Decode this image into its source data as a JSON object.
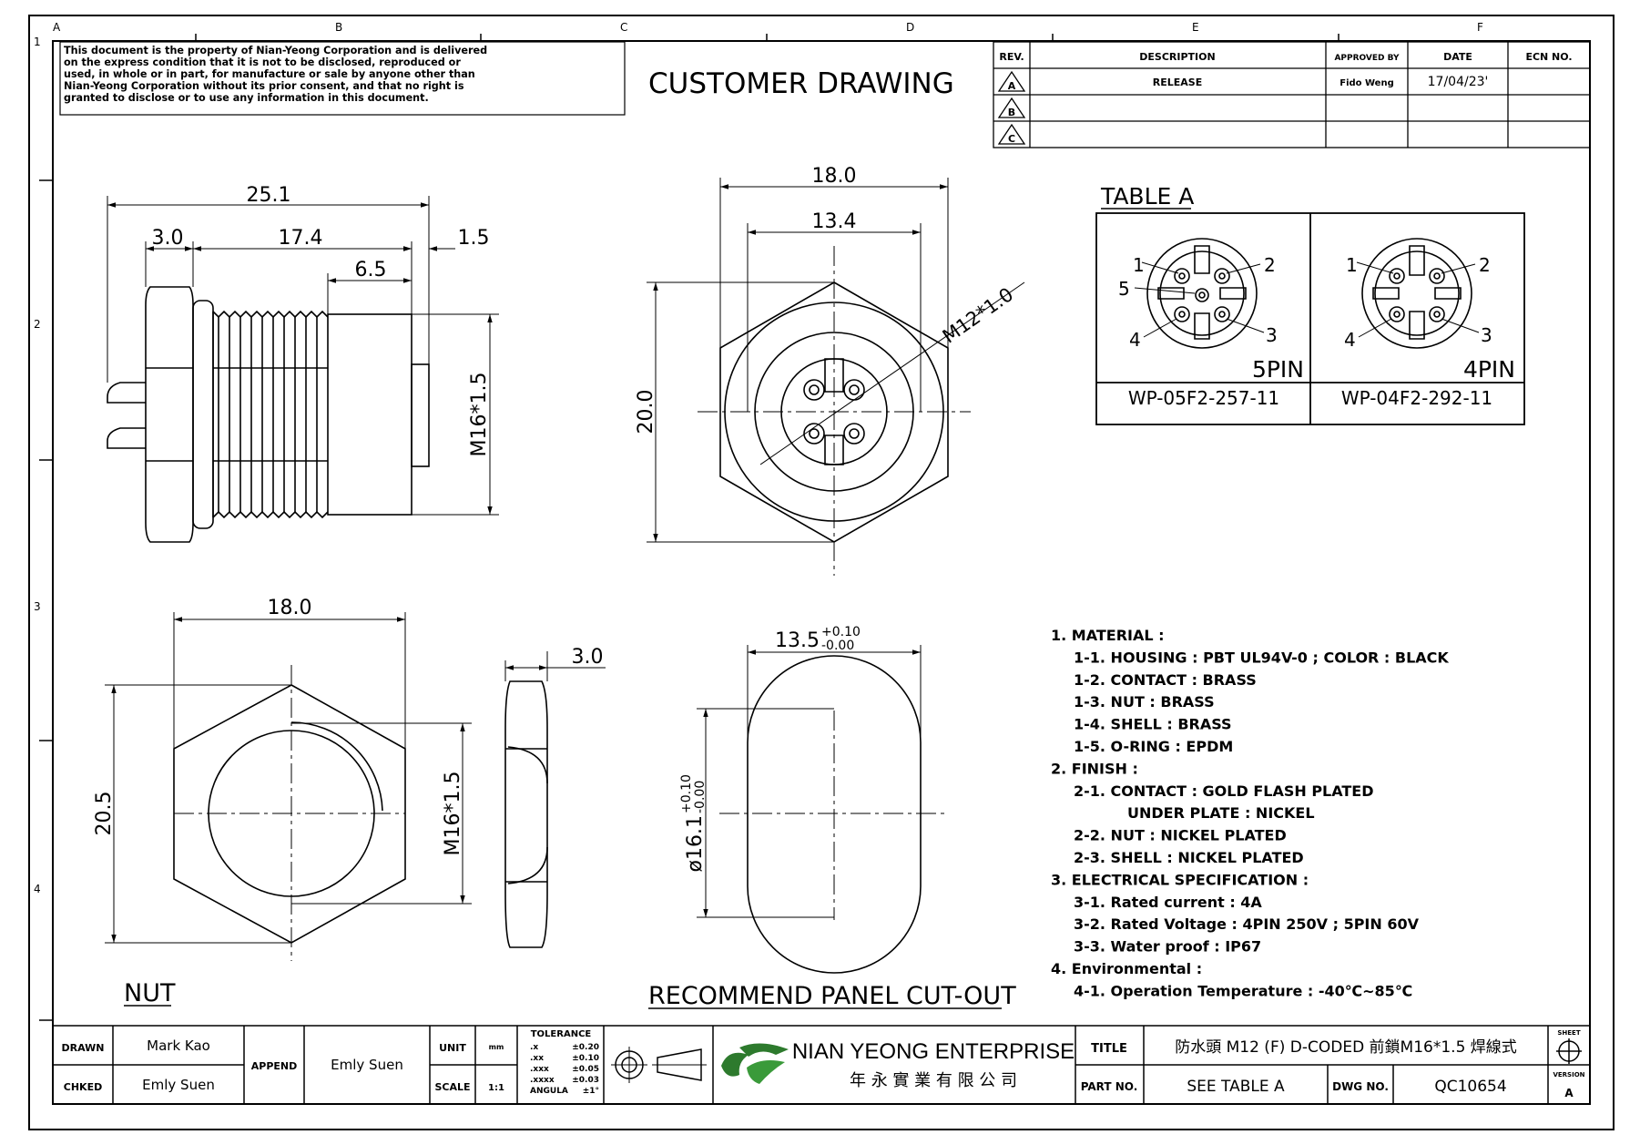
{
  "border": {
    "col_marks": [
      "A",
      "B",
      "C",
      "D",
      "E",
      "F"
    ],
    "row_marks": [
      "1",
      "2",
      "3",
      "4"
    ]
  },
  "notice": {
    "lines": [
      "This document is the property of Nian-Yeong Corporation and is delivered",
      "on the express condition that it is not to be disclosed, reproduced or",
      "used, in whole or in part, for manufacture or sale by anyone other than",
      "Nian-Yeong Corporation without its prior consent, and that no right is",
      "granted to disclose or to use any information in this document."
    ]
  },
  "heading": "CUSTOMER  DRAWING",
  "revision_table": {
    "headers": [
      "REV.",
      "DESCRIPTION",
      "APPROVED BY",
      "DATE",
      "ECN NO."
    ],
    "rows": [
      {
        "rev": "A",
        "description": "RELEASE",
        "approved_by": "Fido Weng",
        "date": "17/04/23'",
        "ecn": ""
      },
      {
        "rev": "B",
        "description": "",
        "approved_by": "",
        "date": "",
        "ecn": ""
      },
      {
        "rev": "C",
        "description": "",
        "approved_by": "",
        "date": "",
        "ecn": ""
      }
    ]
  },
  "side_view": {
    "dims": {
      "overall": "25.1",
      "flange": "3.0",
      "body": "17.4",
      "tip": "1.5",
      "boss": "6.5",
      "thread": "M16*1.5"
    }
  },
  "front_view": {
    "dims": {
      "width": "18.0",
      "inner": "13.4",
      "height": "20.0",
      "thread": "M12*1.0"
    }
  },
  "table_a": {
    "title": "TABLE A",
    "cells": [
      {
        "pin_count": "5PIN",
        "part_no": "WP-05F2-257-11",
        "pins": [
          "1",
          "2",
          "5",
          "4",
          "3"
        ]
      },
      {
        "pin_count": "4PIN",
        "part_no": "WP-04F2-292-11",
        "pins": [
          "1",
          "2",
          "4",
          "3"
        ]
      }
    ]
  },
  "nut_view": {
    "label": "NUT",
    "dims": {
      "width": "18.0",
      "height": "20.5",
      "thread": "M16*1.5",
      "thickness": "3.0"
    }
  },
  "cutout_view": {
    "label": "RECOMMEND PANEL CUT-OUT",
    "width_main": "13.5",
    "width_tol_up": "+0.10",
    "width_tol_down": "-0.00",
    "diameter_main": "ø16.1",
    "diameter_tol_up": "+0.10",
    "diameter_tol_down": "-0.00"
  },
  "specs": [
    {
      "indent": 0,
      "text": "1.  MATERIAL  :"
    },
    {
      "indent": 1,
      "text": "1-1.  HOUSING  :  PBT  UL94V-0  ;  COLOR  :  BLACK"
    },
    {
      "indent": 1,
      "text": "1-2.  CONTACT  :  BRASS"
    },
    {
      "indent": 1,
      "text": "1-3.  NUT  :  BRASS"
    },
    {
      "indent": 1,
      "text": "1-4.  SHELL  :  BRASS"
    },
    {
      "indent": 1,
      "text": "1-5.  O-RING  :  EPDM"
    },
    {
      "indent": 0,
      "text": "2.  FINISH  :"
    },
    {
      "indent": 1,
      "text": "2-1.  CONTACT  :  GOLD  FLASH  PLATED"
    },
    {
      "indent": 2,
      "text": "UNDER  PLATE  :  NICKEL"
    },
    {
      "indent": 1,
      "text": "2-2.  NUT  :  NICKEL  PLATED"
    },
    {
      "indent": 1,
      "text": "2-3.  SHELL  :  NICKEL  PLATED"
    },
    {
      "indent": 0,
      "text": "3.  ELECTRICAL  SPECIFICATION  :"
    },
    {
      "indent": 1,
      "text": "3-1.  Rated  current  :  4A"
    },
    {
      "indent": 1,
      "text": "3-2.  Rated  Voltage  :  4PIN  250V  ;  5PIN  60V"
    },
    {
      "indent": 1,
      "text": "3-3.  Water  proof  :  IP67"
    },
    {
      "indent": 0,
      "text": "4.  Environmental  :"
    },
    {
      "indent": 1,
      "text": "4-1.  Operation  Temperature  :  -40℃~85℃"
    }
  ],
  "title_block": {
    "drawn_label": "DRAWN",
    "drawn_value": "Mark Kao",
    "chked_label": "CHKED",
    "chked_value": "Emly Suen",
    "append_label": "APPEND",
    "append_value": "Emly Suen",
    "unit_label": "UNIT",
    "unit_value": "mm",
    "scale_label": "SCALE",
    "scale_value": "1:1",
    "tolerance_label": "TOLERANCE",
    "tolerances": [
      {
        "k": ".x",
        "v": "±0.20"
      },
      {
        "k": ".xx",
        "v": "±0.10"
      },
      {
        "k": ".xxx",
        "v": "±0.05"
      },
      {
        "k": ".xxxx",
        "v": "±0.03"
      },
      {
        "k": "ANGULA",
        "v": "±1°"
      }
    ],
    "company_en": "NIAN YEONG ENTERPRISE",
    "company_zh": "年 永 實 業 有 限 公 司",
    "title_label": "TITLE",
    "title_value": "防水頭  M12 (F) D-CODED  前鎖M16*1.5  焊線式",
    "partno_label": "PART NO.",
    "partno_value": "SEE  TABLE  A",
    "dwg_label": "DWG NO.",
    "dwg_value": "QC10654",
    "sheet_label": "SHEET",
    "version_label": "VERSION",
    "version_value": "A"
  }
}
